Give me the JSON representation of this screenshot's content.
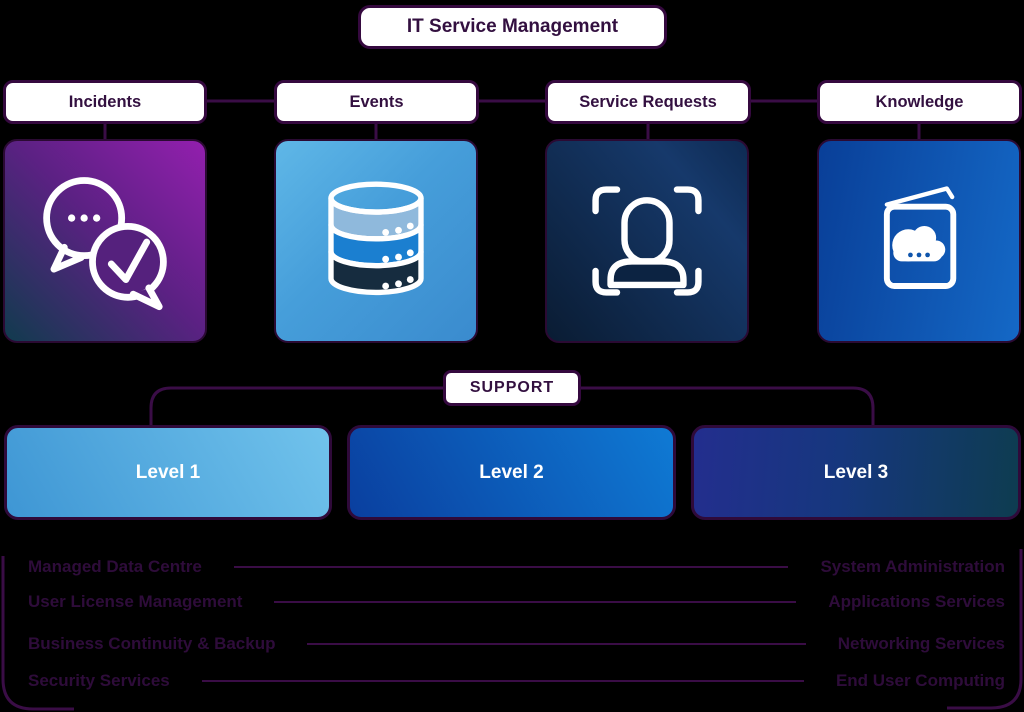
{
  "title": {
    "label": "IT Service Management"
  },
  "categories": [
    {
      "label": "Incidents",
      "icon": "chat-check-icon"
    },
    {
      "label": "Events",
      "icon": "database-icon"
    },
    {
      "label": "Service Requests",
      "icon": "face-scan-icon"
    },
    {
      "label": "Knowledge",
      "icon": "book-cloud-icon"
    }
  ],
  "support": {
    "label": "SUPPORT"
  },
  "levels": [
    {
      "label": "Level 1"
    },
    {
      "label": "Level 2"
    },
    {
      "label": "Level 3"
    }
  ],
  "services": {
    "left": [
      "Managed Data Centre",
      "User License Management",
      "Business Continuity & Backup",
      "Security Services"
    ],
    "right": [
      "System Administration",
      "Applications Services",
      "Networking Services",
      "End User Computing"
    ]
  },
  "colors": {
    "background": "#000000",
    "node_border": "#35093f",
    "node_text": "#331040",
    "connector": "#3a0d46",
    "service_text": "#2e0c3a",
    "card_incidents_gradient": [
      "#113b4e",
      "#5b2183",
      "#931fae"
    ],
    "card_events_gradient": [
      "#5fb7e7",
      "#3a8bce"
    ],
    "card_service_requests_gradient": [
      "#0a1c33",
      "#16396b"
    ],
    "card_knowledge_gradient": [
      "#093f98",
      "#1468c6"
    ],
    "level1_gradient": [
      "#3e96d4",
      "#71c3ec"
    ],
    "level2_gradient": [
      "#0a3f9f",
      "#0f7ad4"
    ],
    "level3_gradient": [
      "#232e8e",
      "#16377e",
      "#0e3c50"
    ],
    "db_layer_top": "#8fb9dc",
    "db_layer_mid": "#1b7fd0",
    "db_layer_bottom": "#162c3f"
  }
}
